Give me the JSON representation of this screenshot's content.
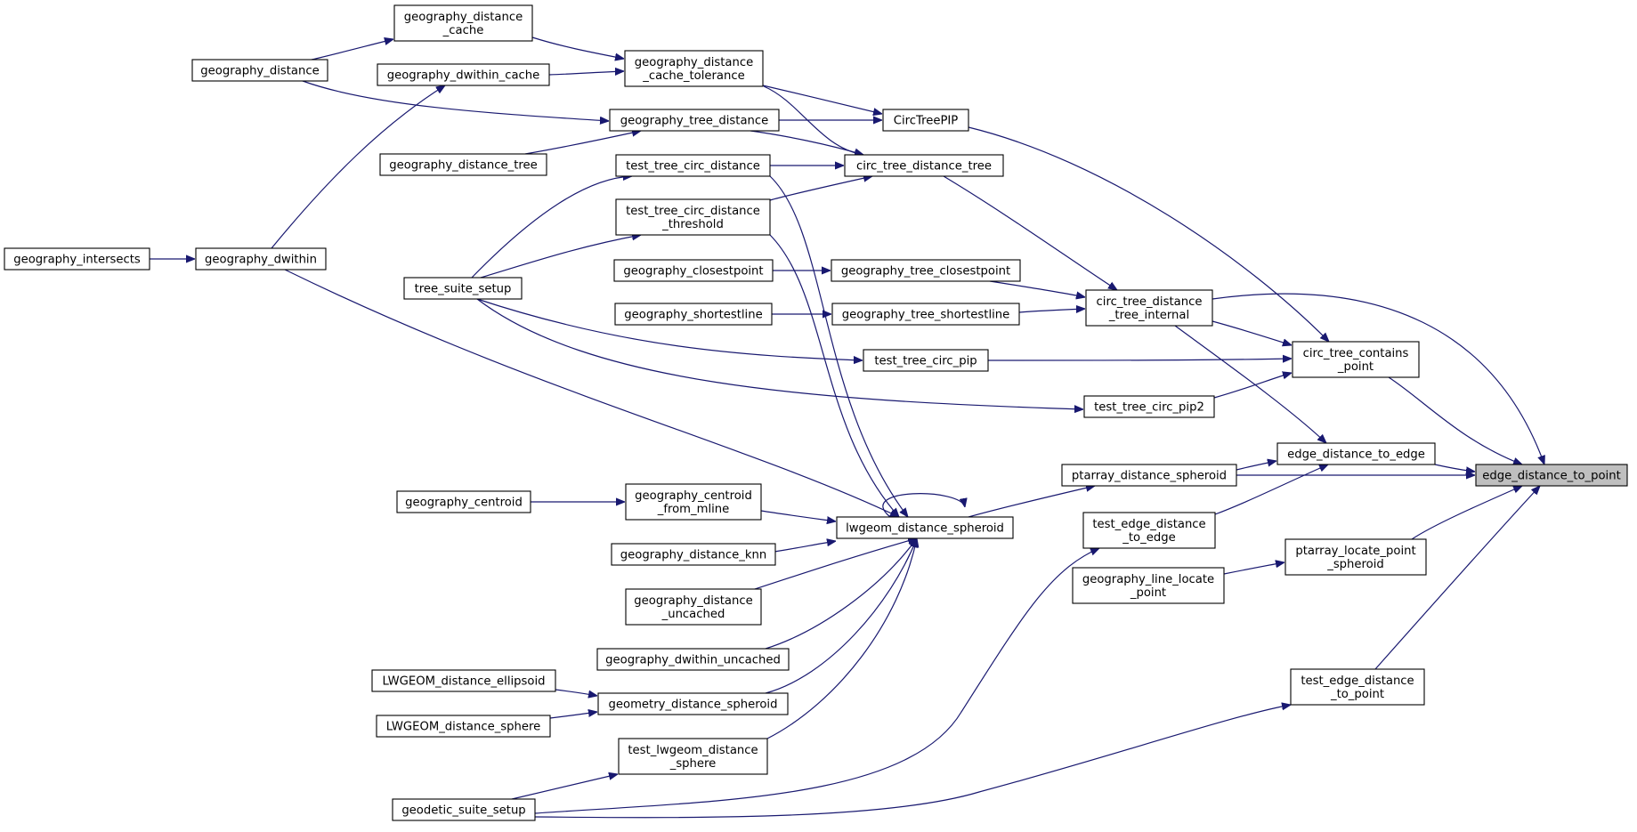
{
  "graph": {
    "type": "caller-graph",
    "root": "edge_distance_to_point",
    "nodes": [
      {
        "id": "root",
        "lines": [
          "edge_distance_to_point"
        ],
        "highlight": true
      },
      {
        "id": "ed2e",
        "lines": [
          "edge_distance_to_edge"
        ]
      },
      {
        "id": "ctcp",
        "lines": [
          "circ_tree_contains",
          "_point"
        ]
      },
      {
        "id": "ctdti",
        "lines": [
          "circ_tree_distance",
          "_tree_internal"
        ]
      },
      {
        "id": "pads",
        "lines": [
          "ptarray_distance_spheroid"
        ]
      },
      {
        "id": "plps",
        "lines": [
          "ptarray_locate_point",
          "_spheroid"
        ]
      },
      {
        "id": "tedp",
        "lines": [
          "test_edge_distance",
          "_to_point"
        ]
      },
      {
        "id": "circpip",
        "lines": [
          "CircTreePIP"
        ]
      },
      {
        "id": "ctdt",
        "lines": [
          "circ_tree_distance_tree"
        ]
      },
      {
        "id": "gtcp",
        "lines": [
          "geography_tree_closestpoint"
        ]
      },
      {
        "id": "gtsl",
        "lines": [
          "geography_tree_shortestline"
        ]
      },
      {
        "id": "ttcpip",
        "lines": [
          "test_tree_circ_pip"
        ]
      },
      {
        "id": "ttcpip2",
        "lines": [
          "test_tree_circ_pip2"
        ]
      },
      {
        "id": "lds",
        "lines": [
          "lwgeom_distance_spheroid"
        ]
      },
      {
        "id": "ted2e",
        "lines": [
          "test_edge_distance",
          "_to_edge"
        ]
      },
      {
        "id": "gllp",
        "lines": [
          "geography_line_locate",
          "_point"
        ]
      },
      {
        "id": "gdct",
        "lines": [
          "geography_distance",
          "_cache_tolerance"
        ]
      },
      {
        "id": "gtd",
        "lines": [
          "geography_tree_distance"
        ]
      },
      {
        "id": "ttcd",
        "lines": [
          "test_tree_circ_distance"
        ]
      },
      {
        "id": "ttcdt",
        "lines": [
          "test_tree_circ_distance",
          "_threshold"
        ]
      },
      {
        "id": "gcp",
        "lines": [
          "geography_closestpoint"
        ]
      },
      {
        "id": "gsl",
        "lines": [
          "geography_shortestline"
        ]
      },
      {
        "id": "gcfm",
        "lines": [
          "geography_centroid",
          "_from_mline"
        ]
      },
      {
        "id": "gdknn",
        "lines": [
          "geography_distance_knn"
        ]
      },
      {
        "id": "gdu",
        "lines": [
          "geography_distance",
          "_uncached"
        ]
      },
      {
        "id": "gdwu",
        "lines": [
          "geography_dwithin_uncached"
        ]
      },
      {
        "id": "gds",
        "lines": [
          "geometry_distance_spheroid"
        ]
      },
      {
        "id": "tlds",
        "lines": [
          "test_lwgeom_distance",
          "_sphere"
        ]
      },
      {
        "id": "gdc",
        "lines": [
          "geography_distance",
          "_cache"
        ]
      },
      {
        "id": "gdwc",
        "lines": [
          "geography_dwithin_cache"
        ]
      },
      {
        "id": "gdtree",
        "lines": [
          "geography_distance_tree"
        ]
      },
      {
        "id": "tss",
        "lines": [
          "tree_suite_setup"
        ]
      },
      {
        "id": "gcent",
        "lines": [
          "geography_centroid"
        ]
      },
      {
        "id": "lde",
        "lines": [
          "LWGEOM_distance_ellipsoid"
        ]
      },
      {
        "id": "ldsph",
        "lines": [
          "LWGEOM_distance_sphere"
        ]
      },
      {
        "id": "gss",
        "lines": [
          "geodetic_suite_setup"
        ]
      },
      {
        "id": "gdist",
        "lines": [
          "geography_distance"
        ]
      },
      {
        "id": "gdw",
        "lines": [
          "geography_dwithin"
        ]
      },
      {
        "id": "gint",
        "lines": [
          "geography_intersects"
        ]
      }
    ],
    "edges": [
      {
        "from": "ed2e",
        "to": "root"
      },
      {
        "from": "ctcp",
        "to": "root"
      },
      {
        "from": "ctdti",
        "to": "root"
      },
      {
        "from": "pads",
        "to": "root"
      },
      {
        "from": "plps",
        "to": "root"
      },
      {
        "from": "tedp",
        "to": "root"
      },
      {
        "from": "ctdti",
        "to": "ed2e"
      },
      {
        "from": "pads",
        "to": "ed2e"
      },
      {
        "from": "ted2e",
        "to": "ed2e"
      },
      {
        "from": "ctdti",
        "to": "ctcp"
      },
      {
        "from": "circpip",
        "to": "ctcp"
      },
      {
        "from": "ttcpip",
        "to": "ctcp"
      },
      {
        "from": "ttcpip2",
        "to": "ctcp"
      },
      {
        "from": "ctdt",
        "to": "ctdti"
      },
      {
        "from": "gtcp",
        "to": "ctdti"
      },
      {
        "from": "gtsl",
        "to": "ctdti"
      },
      {
        "from": "lds",
        "to": "pads"
      },
      {
        "from": "gllp",
        "to": "plps"
      },
      {
        "from": "gss",
        "to": "tedp"
      },
      {
        "from": "gdct",
        "to": "circpip"
      },
      {
        "from": "gtd",
        "to": "circpip"
      },
      {
        "from": "gdct",
        "to": "ctdt"
      },
      {
        "from": "gtd",
        "to": "ctdt"
      },
      {
        "from": "ttcd",
        "to": "ctdt"
      },
      {
        "from": "ttcdt",
        "to": "ctdt"
      },
      {
        "from": "gcp",
        "to": "gtcp"
      },
      {
        "from": "gsl",
        "to": "gtsl"
      },
      {
        "from": "tss",
        "to": "ttcpip"
      },
      {
        "from": "tss",
        "to": "ttcpip2"
      },
      {
        "from": "gss",
        "to": "ted2e"
      },
      {
        "from": "gdc",
        "to": "gdct"
      },
      {
        "from": "gdwc",
        "to": "gdct"
      },
      {
        "from": "gdist",
        "to": "gtd"
      },
      {
        "from": "gdtree",
        "to": "gtd"
      },
      {
        "from": "tss",
        "to": "ttcd"
      },
      {
        "from": "tss",
        "to": "ttcdt"
      },
      {
        "from": "gdist",
        "to": "gdc"
      },
      {
        "from": "gdw",
        "to": "gdwc"
      },
      {
        "from": "gint",
        "to": "gdw"
      },
      {
        "from": "lds",
        "to": "lds"
      },
      {
        "from": "gcfm",
        "to": "lds"
      },
      {
        "from": "gdknn",
        "to": "lds"
      },
      {
        "from": "gdu",
        "to": "lds"
      },
      {
        "from": "gdwu",
        "to": "lds"
      },
      {
        "from": "gds",
        "to": "lds"
      },
      {
        "from": "tlds",
        "to": "lds"
      },
      {
        "from": "ttcd",
        "to": "lds"
      },
      {
        "from": "ttcdt",
        "to": "lds"
      },
      {
        "from": "gdw",
        "to": "lds"
      },
      {
        "from": "gcent",
        "to": "gcfm"
      },
      {
        "from": "lde",
        "to": "gds"
      },
      {
        "from": "ldsph",
        "to": "gds"
      },
      {
        "from": "gss",
        "to": "tlds"
      }
    ]
  },
  "colors": {
    "edge": "#191970",
    "node_border": "#000000",
    "node_fill": "#ffffff",
    "root_fill": "#bfbfbf"
  }
}
